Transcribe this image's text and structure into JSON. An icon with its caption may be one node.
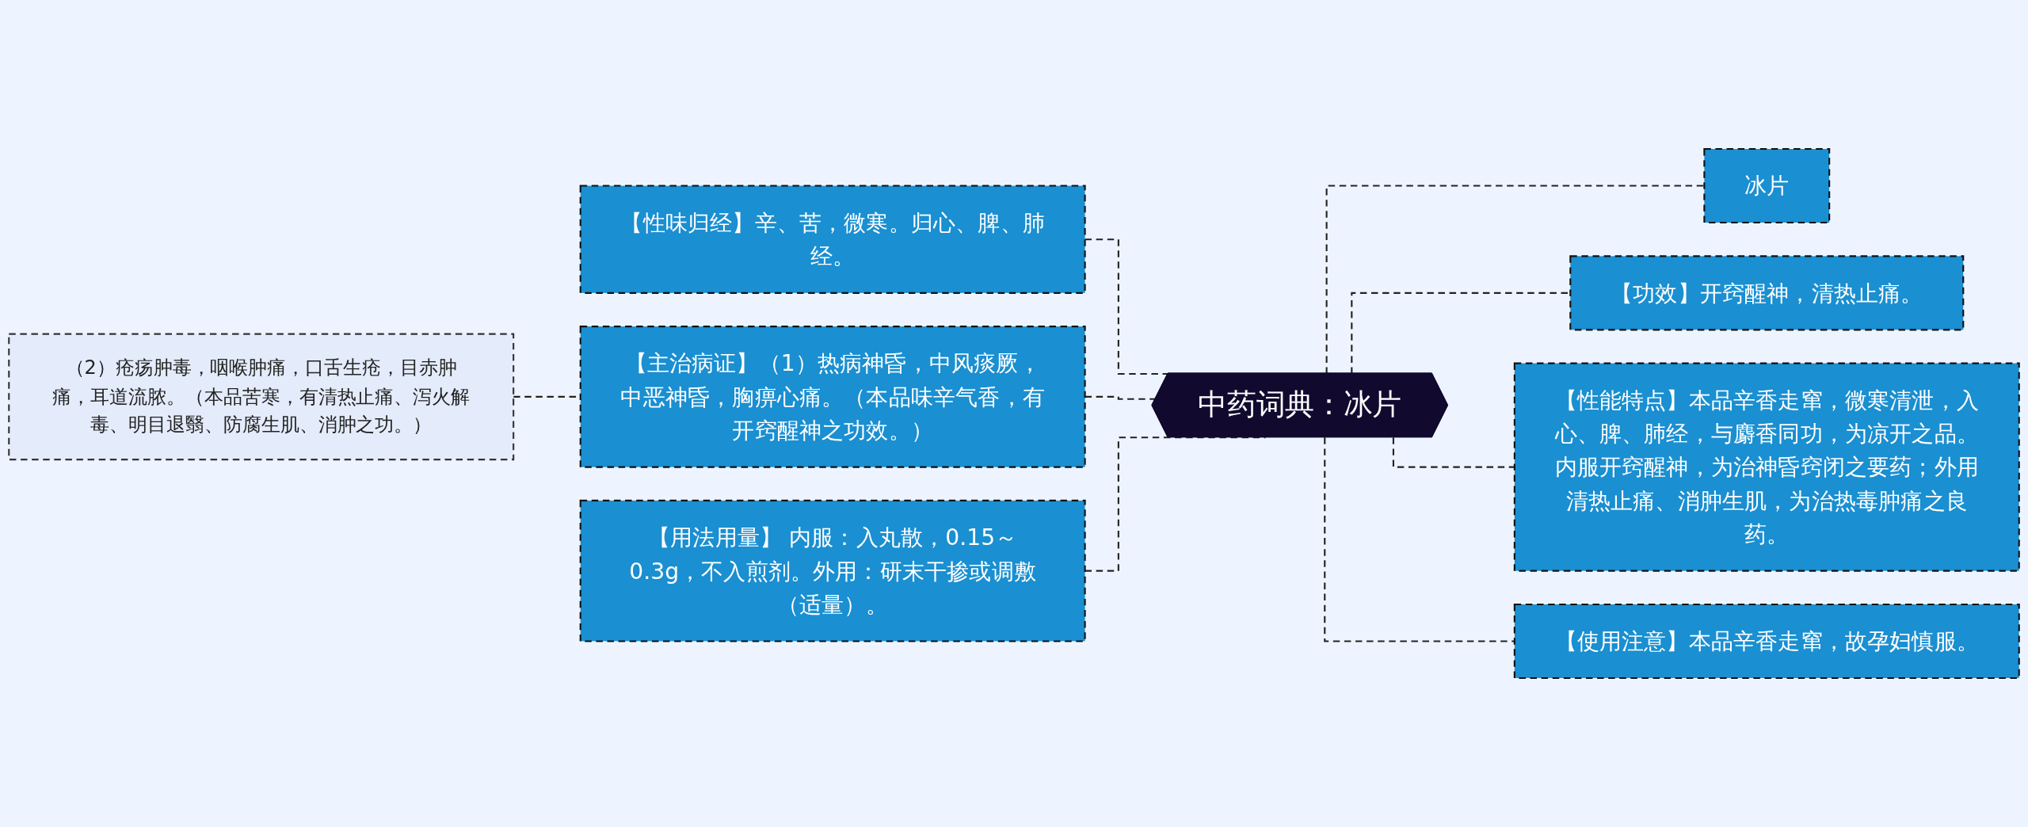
{
  "diagram": {
    "nodes": [
      {
        "text": [
          "中药词典：冰片"
        ]
      },
      {
        "text": [
          "【性味归经】辛、苦，微寒。归心、脾、肺经。"
        ]
      },
      {
        "text": [
          "【主治病证】（1）热病神昏，中风痰厥，中恶神昏，胸痹心痛。（本品味辛气香，有开窍醒神之功效。）"
        ]
      },
      {
        "text": [
          "（2）疮疡肿毒，咽喉肿痛，口舌生疮，目赤肿痛，耳道流脓。（本品苦寒，有清热止痛、泻火解毒、明目退翳、防腐生肌、消肿之功。）"
        ]
      },
      {
        "text": [
          "【用法用量】 内服：入丸散，0.15～0.3g，不入煎剂。外用：研末干掺或调敷（适量）。"
        ]
      },
      {
        "text": [
          "冰片"
        ]
      },
      {
        "text": [
          "【功效】开窍醒神，清热止痛。"
        ]
      },
      {
        "text": [
          "【性能特点】本品辛香走窜，微寒清泄，入心、脾、肺经，与麝香同功，为凉开之品。内服开窍醒神，为治神昏窍闭之要药；外用清热止痛、消肿生肌，为治热毒肿痛之良药。"
        ]
      },
      {
        "text": [
          "【使用注意】本品辛香走窜，故孕妇慎服。"
        ]
      }
    ],
    "edges": [
      {
        "from": 1,
        "to": 0,
        "arrow": "none",
        "style": "dashed"
      },
      {
        "from": 2,
        "to": 0,
        "arrow": "none",
        "style": "dashed"
      },
      {
        "from": 3,
        "to": 2,
        "arrow": "none",
        "style": "dashed"
      },
      {
        "from": 4,
        "to": 0,
        "arrow": "none",
        "style": "dashed"
      },
      {
        "from": 0,
        "to": 5,
        "arrow": "none",
        "style": "dashed"
      },
      {
        "from": 0,
        "to": 6,
        "arrow": "none",
        "style": "dashed"
      },
      {
        "from": 0,
        "to": 7,
        "arrow": "none",
        "style": "dashed"
      },
      {
        "from": 0,
        "to": 8,
        "arrow": "none",
        "style": "dashed"
      }
    ]
  }
}
